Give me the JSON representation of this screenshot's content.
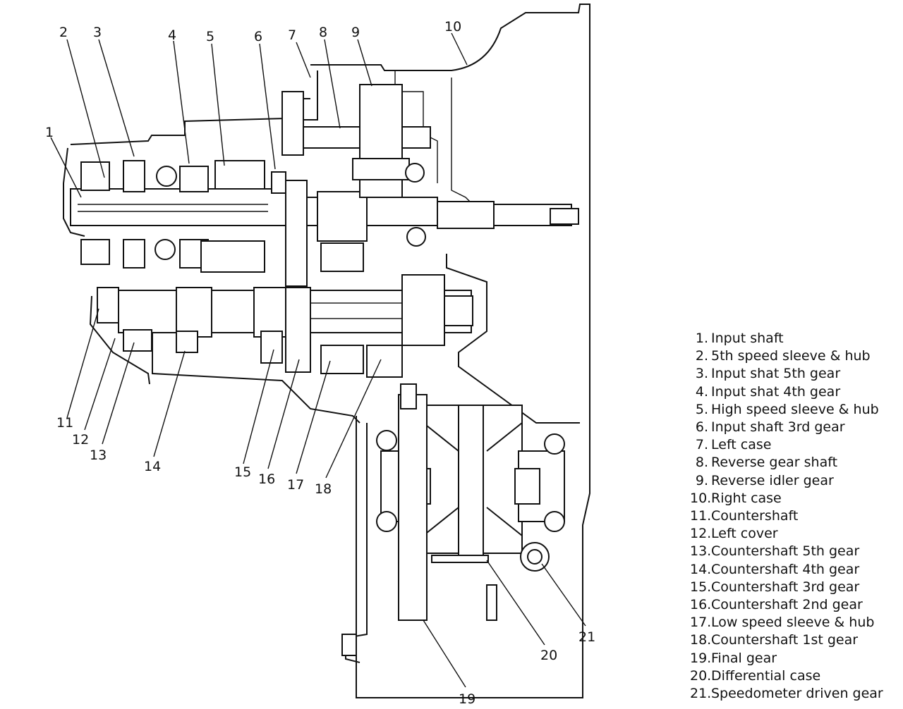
{
  "callouts": [
    {
      "num": "1"
    },
    {
      "num": "2"
    },
    {
      "num": "3"
    },
    {
      "num": "4"
    },
    {
      "num": "5"
    },
    {
      "num": "6"
    },
    {
      "num": "7"
    },
    {
      "num": "8"
    },
    {
      "num": "9"
    },
    {
      "num": "10"
    },
    {
      "num": "11"
    },
    {
      "num": "12"
    },
    {
      "num": "13"
    },
    {
      "num": "14"
    },
    {
      "num": "15"
    },
    {
      "num": "16"
    },
    {
      "num": "17"
    },
    {
      "num": "18"
    },
    {
      "num": "19"
    },
    {
      "num": "20"
    },
    {
      "num": "21"
    }
  ],
  "legend": [
    {
      "num": "1.",
      "label": "Input shaft"
    },
    {
      "num": "2.",
      "label": "5th speed sleeve & hub"
    },
    {
      "num": "3.",
      "label": "Input shat 5th gear"
    },
    {
      "num": "4.",
      "label": "Input shat 4th gear"
    },
    {
      "num": "5.",
      "label": "High speed sleeve & hub"
    },
    {
      "num": "6.",
      "label": "Input shaft 3rd gear"
    },
    {
      "num": "7.",
      "label": "Left case"
    },
    {
      "num": "8.",
      "label": "Reverse gear shaft"
    },
    {
      "num": "9.",
      "label": "Reverse idler gear"
    },
    {
      "num": "10.",
      "label": "Right case"
    },
    {
      "num": "11.",
      "label": "Countershaft"
    },
    {
      "num": "12.",
      "label": "Left cover"
    },
    {
      "num": "13.",
      "label": "Countershaft 5th gear"
    },
    {
      "num": "14.",
      "label": "Countershaft 4th gear"
    },
    {
      "num": "15.",
      "label": "Countershaft 3rd gear"
    },
    {
      "num": "16.",
      "label": "Countershaft 2nd gear"
    },
    {
      "num": "17.",
      "label": "Low speed sleeve & hub"
    },
    {
      "num": "18.",
      "label": "Countershaft 1st gear"
    },
    {
      "num": "19.",
      "label": "Final gear"
    },
    {
      "num": "20.",
      "label": "Differential case"
    },
    {
      "num": "21.",
      "label": "Speedometer driven gear"
    }
  ]
}
